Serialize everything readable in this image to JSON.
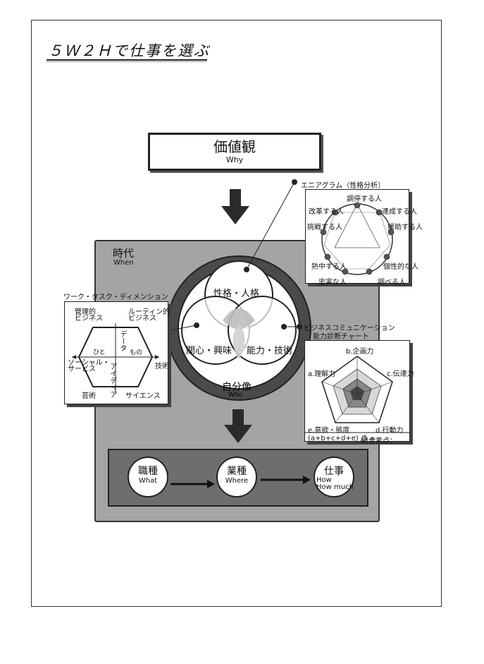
{
  "page": {
    "title": "５Ｗ２Ｈで仕事を選ぶ"
  },
  "values": {
    "label": "価値観",
    "sub": "Why"
  },
  "era": {
    "label": "時代",
    "sub": "When"
  },
  "venn": {
    "top": "性格・人格",
    "left": "関心・興味",
    "right": "能力・技術",
    "self": "自分像",
    "self_sub": "Who"
  },
  "enneagram": {
    "title": "エニアグラム（性格分析）",
    "types": [
      "調停する人",
      "達成する人",
      "援助する人",
      "個性的な人",
      "調べる人",
      "忠実な人",
      "熱中する人",
      "挑戦する人",
      "改革する人"
    ]
  },
  "work_dimension": {
    "title": "ワーク・タスク・ディメンション",
    "top_left": "管理的\nビジネス",
    "top_right": "ルーティン的\nビジネス",
    "left": "ソーシャル・\nサービス",
    "right": "技術",
    "bottom_left": "芸術",
    "bottom_right": "サイエンス",
    "axis_people": "ひと",
    "axis_things": "もの",
    "axis_data": "データ",
    "axis_ideas": "アイディア"
  },
  "business_comm": {
    "title_1": "ビジネスコミュニケーション",
    "title_2": "能力診断チャート",
    "axes": [
      "b.企画力",
      "c.伝達力",
      "d.行動力",
      "e.意欲・態度",
      "a.理解力"
    ],
    "formula": "(a+b+c+d+e) /5 =",
    "score_label": "総合素点："
  },
  "outcomes": [
    {
      "main": "職種",
      "sub": "What"
    },
    {
      "main": "業種",
      "sub": "Where"
    },
    {
      "main": "仕事",
      "sub": "How\nHow much"
    }
  ],
  "colors": {
    "panel": "#a4a4a4",
    "band": "#6e6e6e",
    "ring": "#4a4a4a",
    "arrow": "#2a2a2a"
  }
}
